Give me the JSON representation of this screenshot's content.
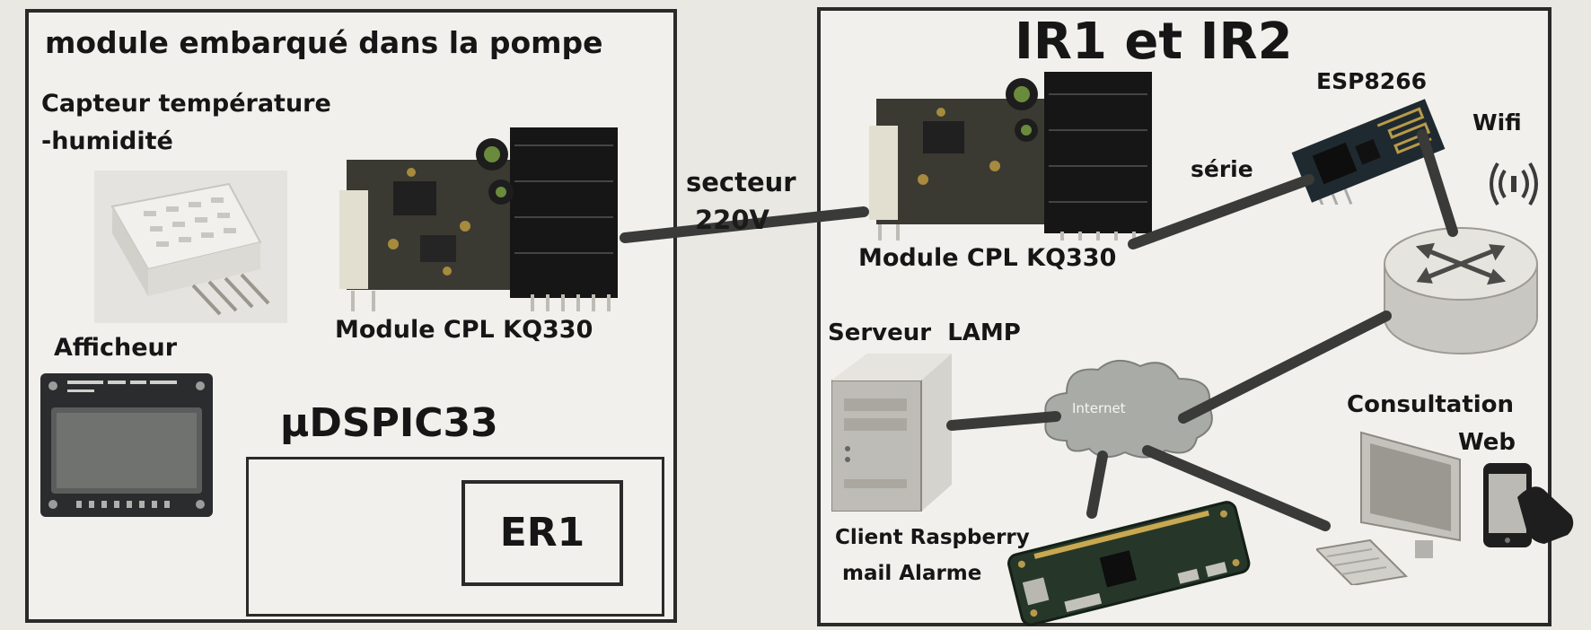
{
  "left_panel": {
    "title": "module embarqué dans la pompe",
    "sensor_label_line1": "Capteur température",
    "sensor_label_line2": "-humidité",
    "display_label": "Afficheur",
    "cpl_label": "Module CPL KQ330",
    "mcu_label": "µDSPIC33",
    "er1_label": "ER1"
  },
  "link": {
    "label_line1": "secteur",
    "label_line2": "220V"
  },
  "right_panel": {
    "title": "IR1 et IR2",
    "cpl_label": "Module CPL KQ330",
    "esp_label": "ESP8266",
    "serie_label": "série",
    "wifi_label": "Wifi",
    "server_label": "Serveur  LAMP",
    "internet_label": "Internet",
    "consult_label_line1": "Consultation",
    "consult_label_line2": "Web",
    "client_label_line1": "Client Raspberry",
    "client_label_line2": "mail Alarme"
  },
  "colors": {
    "border": "#2a2a2a",
    "connector": "#3a3a38",
    "paper": "#f1f0ec"
  }
}
